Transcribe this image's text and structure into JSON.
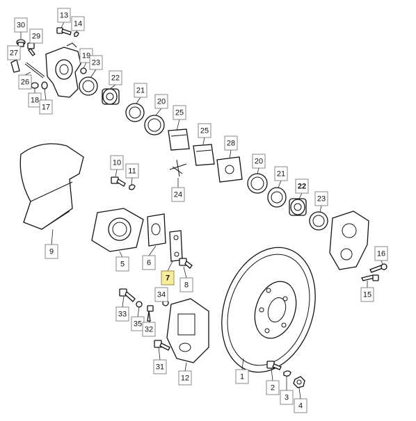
{
  "diagram": {
    "highlighted_part": "7",
    "highlight_color": "#f6ec9a",
    "callouts": [
      {
        "id": "c13",
        "label": "13"
      },
      {
        "id": "c14",
        "label": "14"
      },
      {
        "id": "c30",
        "label": "30"
      },
      {
        "id": "c29",
        "label": "29"
      },
      {
        "id": "c27",
        "label": "27"
      },
      {
        "id": "c19",
        "label": "19"
      },
      {
        "id": "c23a",
        "label": "23"
      },
      {
        "id": "c26",
        "label": "26"
      },
      {
        "id": "c18",
        "label": "18"
      },
      {
        "id": "c17",
        "label": "17"
      },
      {
        "id": "c22a",
        "label": "22"
      },
      {
        "id": "c21a",
        "label": "21"
      },
      {
        "id": "c20a",
        "label": "20"
      },
      {
        "id": "c25a",
        "label": "25"
      },
      {
        "id": "c25b",
        "label": "25"
      },
      {
        "id": "c28",
        "label": "28"
      },
      {
        "id": "c10",
        "label": "10"
      },
      {
        "id": "c11",
        "label": "11"
      },
      {
        "id": "c24",
        "label": "24"
      },
      {
        "id": "c20b",
        "label": "20"
      },
      {
        "id": "c21b",
        "label": "21"
      },
      {
        "id": "c22b",
        "label": "22"
      },
      {
        "id": "c23b",
        "label": "23"
      },
      {
        "id": "c9",
        "label": "9"
      },
      {
        "id": "c5",
        "label": "5"
      },
      {
        "id": "c6",
        "label": "6"
      },
      {
        "id": "c7",
        "label": "7"
      },
      {
        "id": "c8",
        "label": "8"
      },
      {
        "id": "c16",
        "label": "16"
      },
      {
        "id": "c15",
        "label": "15"
      },
      {
        "id": "c34",
        "label": "34"
      },
      {
        "id": "c33",
        "label": "33"
      },
      {
        "id": "c35",
        "label": "35"
      },
      {
        "id": "c32",
        "label": "32"
      },
      {
        "id": "c31",
        "label": "31"
      },
      {
        "id": "c12",
        "label": "12"
      },
      {
        "id": "c1",
        "label": "1"
      },
      {
        "id": "c2",
        "label": "2"
      },
      {
        "id": "c3",
        "label": "3"
      },
      {
        "id": "c4",
        "label": "4"
      }
    ]
  }
}
